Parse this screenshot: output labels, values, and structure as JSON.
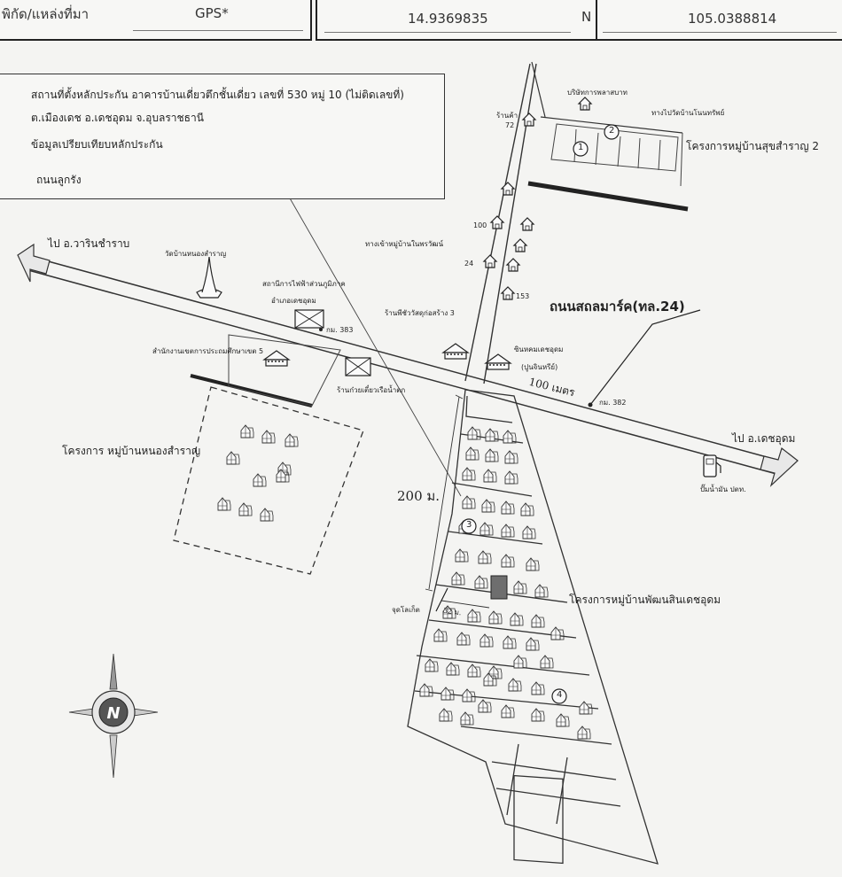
{
  "header": {
    "location_label": "พิกัด/แหล่งที่มา",
    "source_value": "GPS*",
    "latitude": "14.9369835",
    "lat_suffix": "N",
    "longitude": "105.0388814"
  },
  "legend": {
    "collateral_line1": "สถานที่ตั้งหลักประกัน อาคารบ้านเดี่ยวตึกชั้นเดี่ยว  เลขที่  530 หมู่ 10 (ไม่ติดเลขที่)",
    "collateral_line2": "ต.เมืองเดช อ.เดชอุดม จ.อุบลราชธานี",
    "comparable": "ข้อมูลเปรียบเทียบหลักประกัน",
    "road": "ถนนลูกรัง"
  },
  "labels": {
    "to_warin": "ไป อ.วารินชำราบ",
    "to_det_udom": "ไป อ.เดชอุดม",
    "main_road": "ถนนสถลมาร์ค(ทล.24)",
    "temple": "วัดบ้านหนองสำราญ",
    "power_station": "สถานีการไฟฟ้าส่วนภูมิภาค",
    "power_station2": "อำเภอเดชอุดม",
    "km383": "กม. 383",
    "km382": "กม. 382",
    "edu_office": "สำนักงานเขตการประถมศึกษาเขต 5",
    "noodle_shop": "ร้านก๋วยเตี๋ยวเรือน้ำตก",
    "hardware_shop": "ร้านพีชัววัสดุก่อสร้าง 3",
    "cement_shop": "ซินหคมเดชอุดม",
    "cement_shop2": "(ปูนจินหรีย์)",
    "to_village": "ทางเข้าหมู่บ้านในพรวัฒน์",
    "to_temple": "ทางไปวัดบ้านโนนทรัพย์",
    "water_tower": "บริษัทการพลาสบาท",
    "shop72": "ร้านค้า",
    "num72": "72",
    "num100": "100",
    "num24": "24",
    "num153": "153",
    "dist100": "100 เมตร",
    "dist200": "200 ม.",
    "dist32": "32 ม.",
    "proj_sukh": "โครงการหมู่บ้านสุขสำราญ 2",
    "proj_nongsamran": "โครงการ หมู่บ้านหนองสำราญ",
    "proj_pattana": "โครงการหมู่บ้านพัฒนสินเดชอุดม",
    "location_pin": "จุดโลเก็ต",
    "gas_station": "ปั๊มน้ำมัน ปตท.",
    "c1": "1",
    "c2": "2",
    "c3": "3",
    "c4": "4",
    "compass": "N"
  },
  "colors": {
    "ink": "#222222",
    "paper": "#f4f4f2",
    "subject": "#6e6e6e"
  },
  "icons": [
    "building-icon",
    "house-icon",
    "temple-icon",
    "gas-pump-icon",
    "compass-icon",
    "arrow-icon"
  ]
}
